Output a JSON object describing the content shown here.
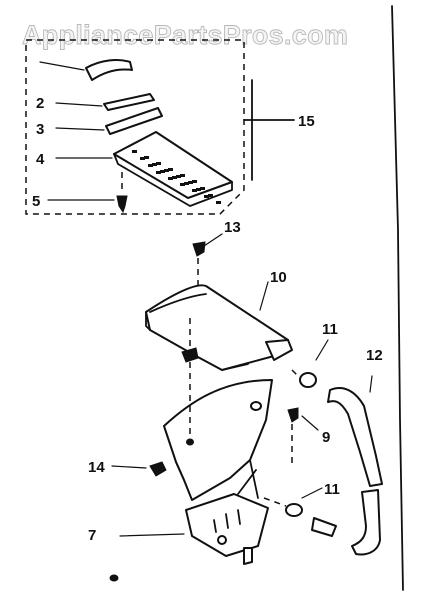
{
  "watermark": "AppliancePartsPros.com",
  "callouts": {
    "c2": "2",
    "c3": "3",
    "c4": "4",
    "c5": "5",
    "c7": "7",
    "c9": "9",
    "c10": "10",
    "c11a": "11",
    "c11b": "11",
    "c12": "12",
    "c13": "13",
    "c14": "14",
    "c15": "15"
  }
}
